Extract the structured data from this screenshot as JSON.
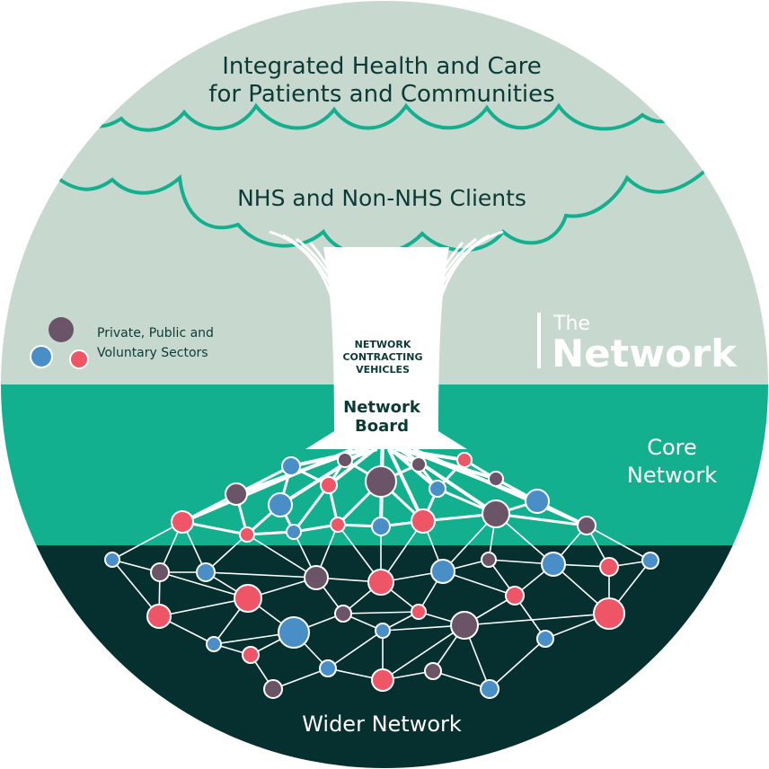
{
  "title": {
    "line1": "Integrated Health and Care",
    "line2": "for Patients and Communities"
  },
  "clients_label": "NHS and Non-NHS Clients",
  "legend": {
    "line1": "Private, Public and",
    "line2": "Voluntary Sectors"
  },
  "logo": {
    "small": "The",
    "large": "Network"
  },
  "contracting": {
    "line1": "NETWORK",
    "line2": "CONTRACTING",
    "line3": "VEHICLES"
  },
  "board": {
    "line1": "Network",
    "line2": "Board"
  },
  "core": {
    "line1": "Core",
    "line2": "Network"
  },
  "wider_label": "Wider Network",
  "colors": {
    "sky": "#c7d9cf",
    "cloud_outline": "#12b08f",
    "core_band": "#12b08f",
    "wider_band": "#06302f",
    "text_dark": "#0c3a36",
    "node_purple": "#6b5468",
    "node_blue": "#4a8ec8",
    "node_red": "#ee5566"
  }
}
